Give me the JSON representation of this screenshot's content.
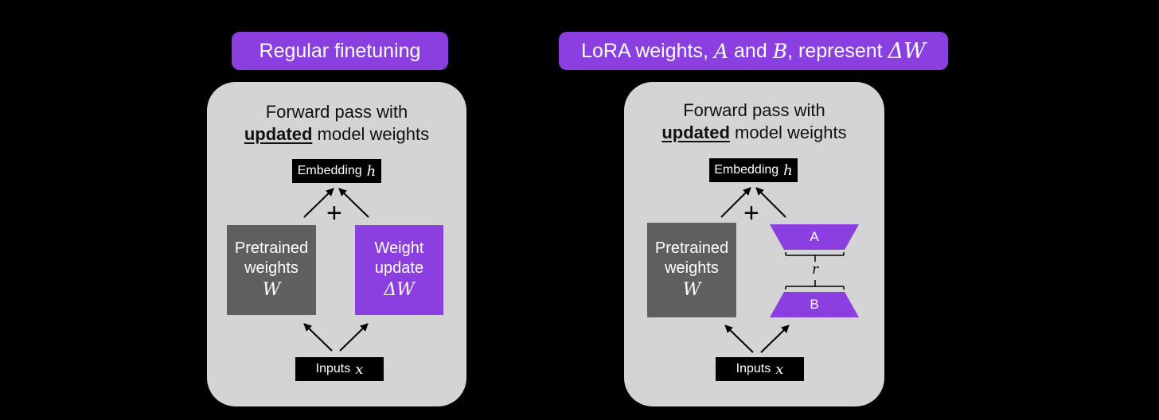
{
  "left": {
    "header": "Regular finetuning",
    "title_line1": "Forward pass with",
    "title_bold": "updated",
    "title_rest": "model weights",
    "embedding_label": "Embedding",
    "embedding_symbol": "h",
    "plus": "+",
    "pretrained_line1": "Pretrained",
    "pretrained_line2": "weights",
    "pretrained_symbol": "W",
    "update_line1": "Weight",
    "update_line2": "update",
    "update_symbol": "ΔW",
    "inputs_label": "Inputs",
    "inputs_symbol": "x"
  },
  "right": {
    "header_pre": "LoRA weights,",
    "header_a": "A",
    "header_and": "and",
    "header_b": "B",
    "header_post": ", represent",
    "header_symbol": "ΔW",
    "title_line1": "Forward pass with",
    "title_bold": "updated",
    "title_rest": "model weights",
    "embedding_label": "Embedding",
    "embedding_symbol": "h",
    "plus": "+",
    "pretrained_line1": "Pretrained",
    "pretrained_line2": "weights",
    "pretrained_symbol": "W",
    "matrix_a": "A",
    "matrix_b": "B",
    "rank_symbol": "r",
    "inputs_label": "Inputs",
    "inputs_symbol": "x"
  },
  "colors": {
    "purple": "#8b3fe0",
    "gray_box": "#5f5f5f",
    "panel": "#d4d4d4",
    "background": "#000000"
  }
}
